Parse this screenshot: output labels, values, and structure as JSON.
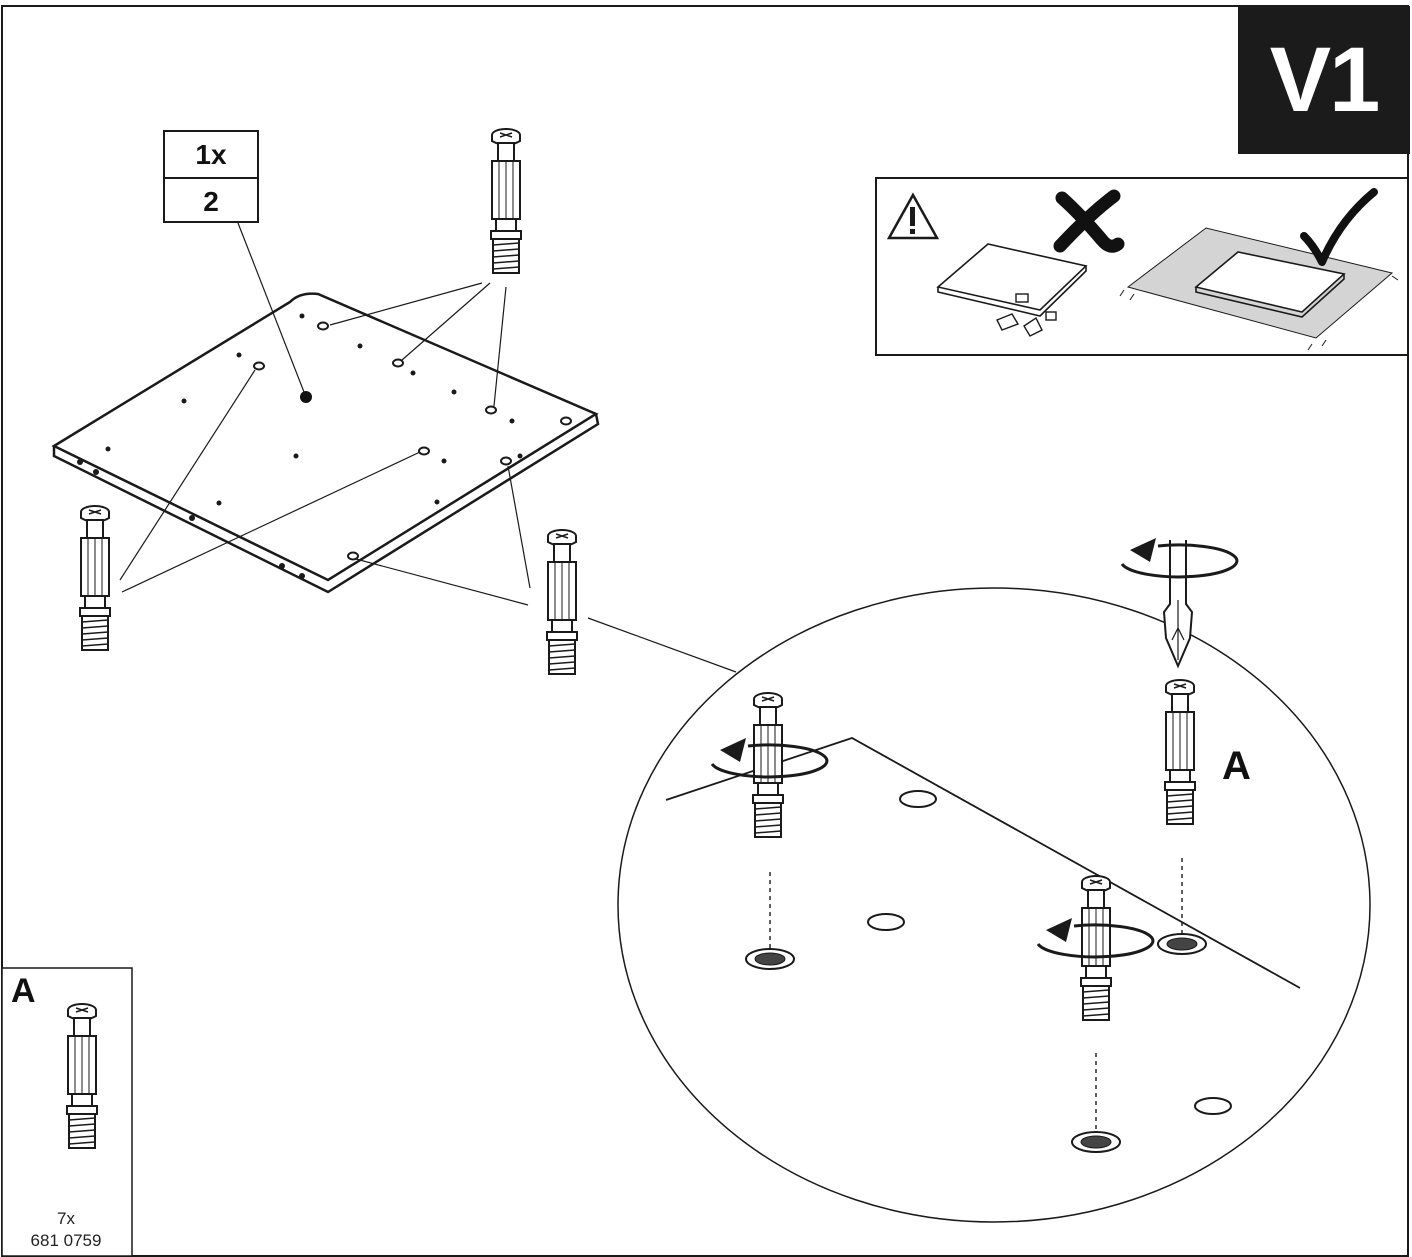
{
  "step": {
    "label": "V1"
  },
  "quantity_box": {
    "count": "1x",
    "part_number": "2"
  },
  "callout": {
    "part_letter": "A"
  },
  "legend": {
    "part_letter": "A",
    "quantity": "7x",
    "article_number": "681 0759"
  },
  "warning": {
    "icon": "warning-triangle-icon",
    "wrong_icon": "cross-icon",
    "right_icon": "check-icon"
  },
  "colors": {
    "ink": "#1a1a1a",
    "badge": "#1b1b1b",
    "mat": "#d4d4d4"
  }
}
